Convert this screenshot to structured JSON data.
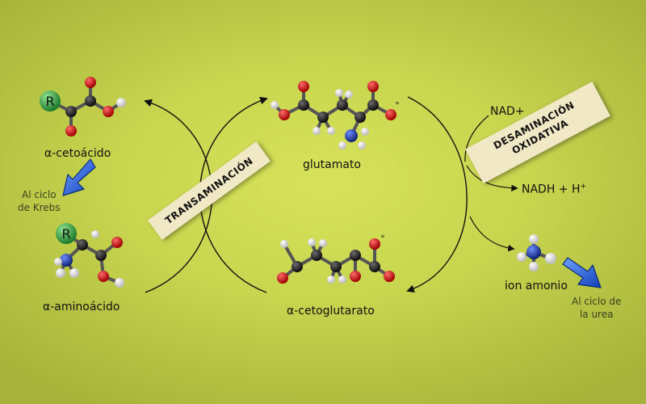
{
  "labels": {
    "alpha_cetoacido": "α-cetoácido",
    "alpha_aminoacido": "α-aminoácido",
    "glutamato": "glutamato",
    "alpha_cetoglutarato": "α-cetoglutarato",
    "nad_plus": "NAD+",
    "nadh": "NADH + H",
    "nadh_sup": "+",
    "ion_amonio": "ion amonio",
    "r_group": "R"
  },
  "notes": {
    "krebs_line1": "Al ciclo",
    "krebs_line2": "de Krebs",
    "urea_line1": "Al ciclo de",
    "urea_line2": "la urea"
  },
  "tags": {
    "transaminacion": "TRANSAMINACIÓN",
    "desaminacion_line1": "DESAMINACIÓN",
    "desaminacion_line2": "OXIDATIVA"
  },
  "charge_symbol": "°",
  "colors": {
    "background": "#c7d54f",
    "carbon": "#1a1a1a",
    "oxygen": "#d61515",
    "hydrogen": "#f2f2f2",
    "nitrogen": "#1b3fa8",
    "r_group": "#3aa64a",
    "blue_arrow": "#1e5bd6",
    "tag_fill": "#f1e8c6"
  }
}
